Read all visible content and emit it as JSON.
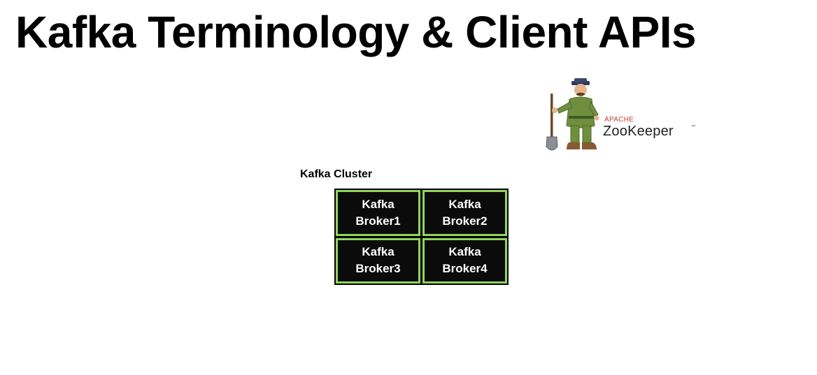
{
  "title": "Kafka Terminology & Client APIs",
  "zookeeper": {
    "apache_label": "APACHE",
    "name": "ZooKeeper",
    "trademark": "™",
    "icon": "zookeeper-keeper-with-shovel-logo"
  },
  "cluster": {
    "label": "Kafka Cluster",
    "border_color": "#8fd65c",
    "brokers": [
      {
        "line1": "Kafka",
        "line2": "Broker1"
      },
      {
        "line1": "Kafka",
        "line2": "Broker2"
      },
      {
        "line1": "Kafka",
        "line2": "Broker3"
      },
      {
        "line1": "Kafka",
        "line2": "Broker4"
      }
    ]
  }
}
